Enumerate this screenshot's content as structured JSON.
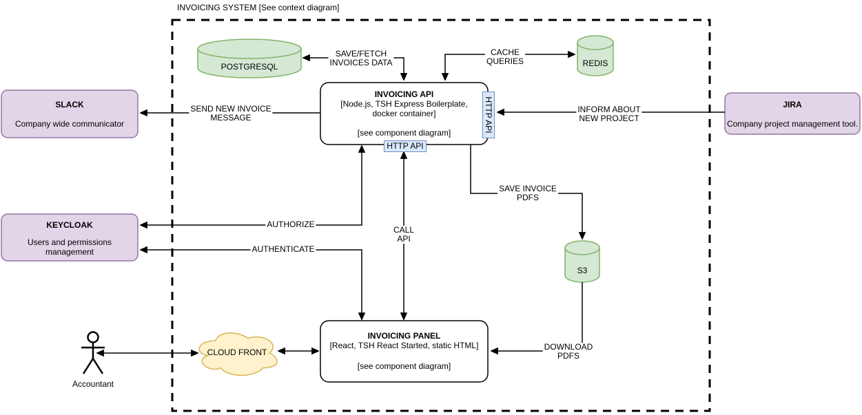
{
  "diagram": {
    "title": "INVOICING SYSTEM [See context diagram]",
    "nodes": {
      "postgresql": {
        "label": "POSTGRESQL"
      },
      "redis": {
        "label": "REDIS"
      },
      "s3": {
        "label": "S3"
      },
      "invoicing_api": {
        "title": "INVOICING API",
        "subtitle": "[Node.js, TSH Express Boilerplate,\ndocker container]",
        "note": "[see component diagram]",
        "port_right": "HTTP API",
        "port_bottom": "HTTP API"
      },
      "invoicing_panel": {
        "title": "INVOICING PANEL",
        "subtitle": "[React, TSH React Started, static HTML]",
        "note": "[see component diagram]"
      },
      "slack": {
        "title": "SLACK",
        "subtitle": "Company wide communicator"
      },
      "keycloak": {
        "title": "KEYCLOAK",
        "subtitle": "Users and permissions\nmanagement"
      },
      "jira": {
        "title": "JIRA",
        "subtitle": "Company project management tool."
      },
      "cloudfront": {
        "label": "CLOUD FRONT"
      },
      "accountant": {
        "label": "Accountant"
      }
    },
    "edges": {
      "save_fetch": {
        "label": "SAVE/FETCH\nINVOICES DATA"
      },
      "cache_queries": {
        "label": "CACHE\nQUERIES"
      },
      "send_new_invoice": {
        "label": "SEND NEW INVOICE\nMESSAGE"
      },
      "inform_new_project": {
        "label": "INFORM ABOUT\nNEW PROJECT"
      },
      "authorize": {
        "label": "AUTHORIZE"
      },
      "authenticate": {
        "label": "AUTHENTICATE"
      },
      "call_api": {
        "label": "CALL\nAPI"
      },
      "save_invoice_pdfs": {
        "label": "SAVE INVOICE\nPDFS"
      },
      "download_pdfs": {
        "label": "DOWNLOAD\nPDFS"
      }
    },
    "colors": {
      "database_fill": "#d5e8d4",
      "database_stroke": "#82b366",
      "external_fill": "#e1d5e7",
      "external_stroke": "#9673a6",
      "cloud_fill": "#fff2cc",
      "cloud_stroke": "#d6b656",
      "http_label_fill": "#dae8fc",
      "http_label_stroke": "#6c8ebf",
      "line": "#000000"
    }
  }
}
